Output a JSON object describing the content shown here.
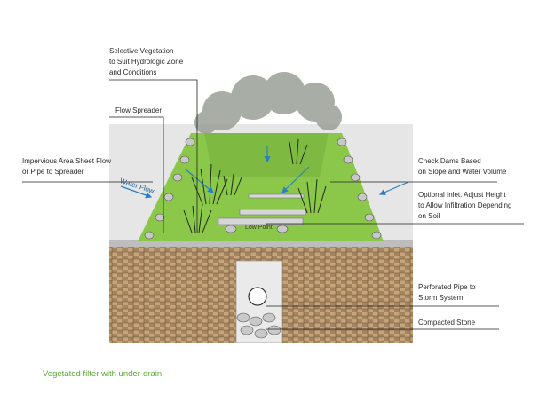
{
  "labels": {
    "vegetation": [
      "Selective Vegetation",
      "to Suit Hydrologic Zone",
      "and Conditions"
    ],
    "flow_spreader": "Flow Spreader",
    "impervious": [
      "Impervious Area Sheet Flow",
      "or Pipe to Spreader"
    ],
    "check_dams": [
      "Check Dams Based",
      "on Slope and Water Volume"
    ],
    "inlet": [
      "Optional Inlet. Adjust Height",
      "to Allow Infiltration Depending",
      "on Soil"
    ],
    "pipe": [
      "Perforated Pipe to",
      "Storm System"
    ],
    "stone": "Compacted Stone",
    "water_flow": "Water Flow",
    "low_point": "Low Point"
  },
  "caption": "Vegetated filter with under-drain",
  "colors": {
    "grass": "#8bc84a",
    "soil": "#a08058",
    "caption": "#5aa832",
    "arrow": "#2a7fc0"
  }
}
